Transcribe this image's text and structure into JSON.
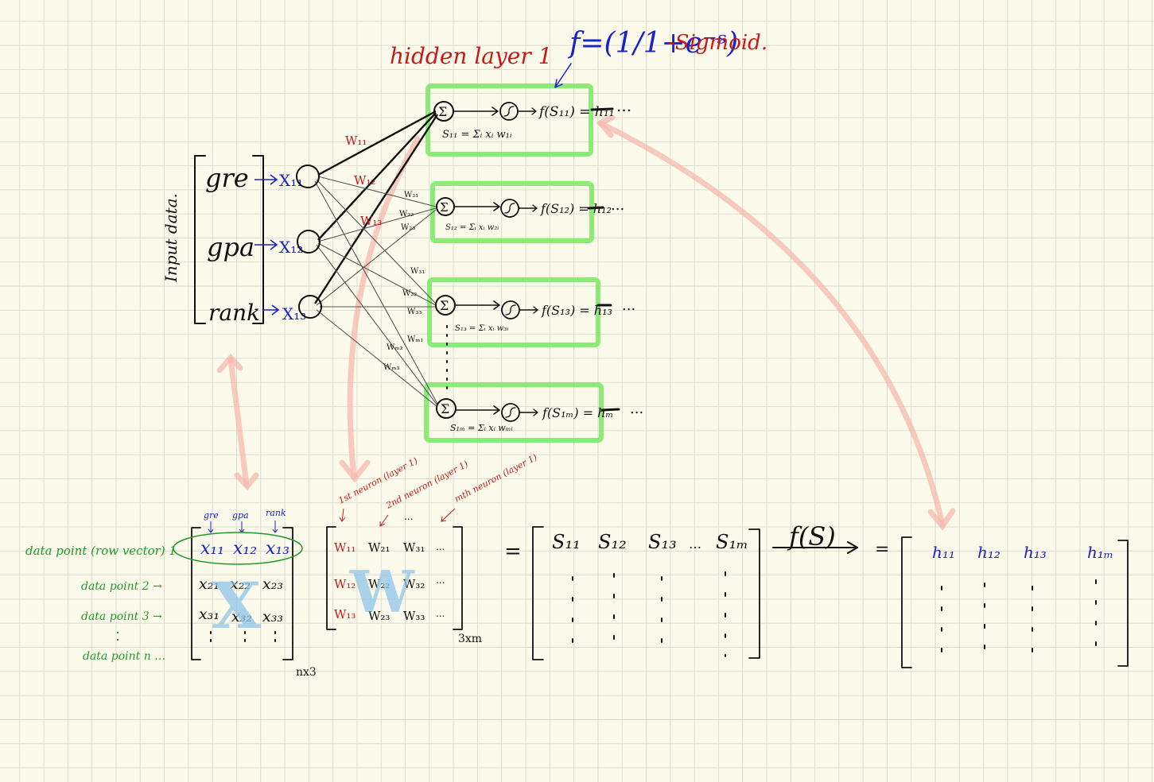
{
  "header": {
    "hidden_layer": "hidden layer 1",
    "formula": "f=(1/1+e⁻ˢ)",
    "sigmoid": "-Sigmoid."
  },
  "input": {
    "side_label": "Input data.",
    "features": [
      "gre",
      "gpa",
      "rank"
    ],
    "nodes": [
      "X₁₁",
      "X₁₂",
      "X₁₃"
    ]
  },
  "weights": {
    "w11": "W₁₁",
    "w12": "W₁₂",
    "w13": "W₁₃",
    "w21": "W₂₁",
    "w22": "W₂₂",
    "w23": "W₂₃",
    "w31": "W₃₁",
    "w32": "W₃₂",
    "w33": "W₃₃",
    "wm1": "Wₘ₁",
    "wm2": "Wₘ₂",
    "wm3": "Wₘ₃"
  },
  "neurons": [
    {
      "sum": "Σ",
      "s_eq": "S₁₁ = Σᵢ xᵢ w₁ᵢ",
      "out": "f(S₁₁) = h₁₁"
    },
    {
      "sum": "Σ",
      "s_eq": "S₁₂ = Σᵢ xᵢ w₂ᵢ",
      "out": "f(S₁₂) = h₁₂"
    },
    {
      "sum": "Σ",
      "s_eq": "S₁₃ = Σᵢ xᵢ w₃ᵢ",
      "out": "f(S₁₃) = h₁₃"
    },
    {
      "sum": "Σ",
      "s_eq": "S₁ₘ = Σᵢ xᵢ wₘᵢ",
      "out": "f(S₁ₘ) = hₘ"
    }
  ],
  "ellipsis": "...",
  "x_matrix": {
    "col_headers": [
      "gre",
      "gpa",
      "rank"
    ],
    "row_labels": [
      "data point (row vector) 1",
      "data point 2 →",
      "data point 3 →",
      "data point n …"
    ],
    "row1": [
      "x₁₁",
      "x₁₂",
      "x₁₃"
    ],
    "row2": [
      "x₂₁",
      "x₂₂",
      "x₂₃"
    ],
    "row3": [
      "x₃₁",
      "x₃₂",
      "x₃₃"
    ],
    "overlay": "X",
    "dims": "nx3"
  },
  "w_matrix": {
    "neuron_labels": [
      "1st neuron (layer 1)",
      "2nd neuron (layer 1)",
      "mth neuron (layer 1)"
    ],
    "col1": [
      "W₁₁",
      "W₁₂",
      "W₁₃"
    ],
    "col2": [
      "W₂₁",
      "W₂₂",
      "W₂₃"
    ],
    "col3": [
      "W₃₁",
      "W₃₂",
      "W₃₃"
    ],
    "overlay": "W",
    "dims": "3xm"
  },
  "s_matrix": {
    "equals": "=",
    "row1": [
      "S₁₁",
      "S₁₂",
      "S₁₃",
      "…",
      "S₁ₘ"
    ]
  },
  "arrow_label": "f(S)",
  "h_matrix": {
    "equals": "=",
    "row1": [
      "h₁₁",
      "h₁₂",
      "h₁₃",
      "h₁ₘ"
    ]
  },
  "colors": {
    "blue": "#1a22c8",
    "red": "#c81818",
    "green": "#1f9a2a",
    "highlight_green": "#7fe86a",
    "pink": "#f5b8b0",
    "overlay_blue": "#8fc3ea"
  }
}
